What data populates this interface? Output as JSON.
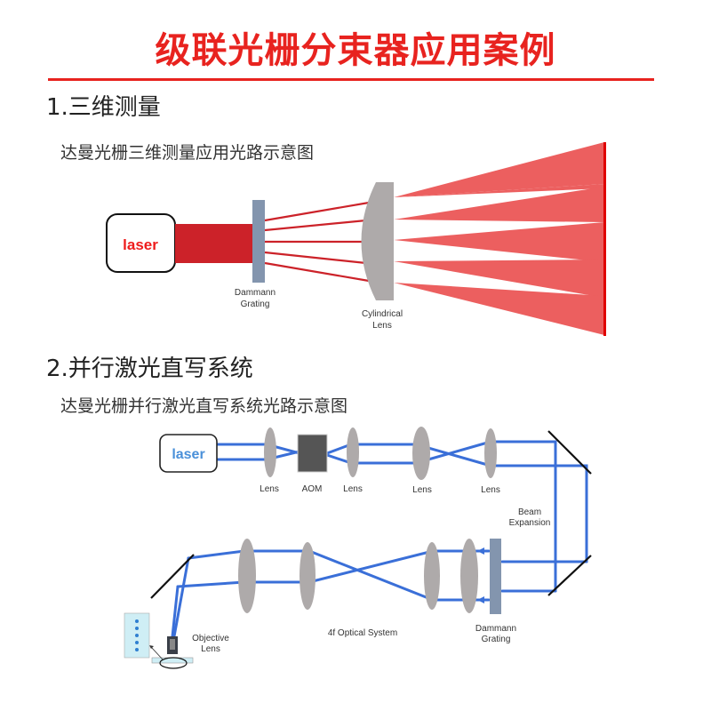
{
  "page": {
    "title": "级联光栅分束器应用案例"
  },
  "section1": {
    "heading": "1.三维测量",
    "caption": "达曼光栅三维测量应用光路示意图",
    "diagram": {
      "laser_label": "laser",
      "grating_label_line1": "Dammann",
      "grating_label_line2": "Grating",
      "lens_label_line1": "Cylindrical",
      "lens_label_line2": "Lens",
      "beam_count": 5,
      "colors": {
        "laser_text": "#ee1c1c",
        "beam": "#cc2229",
        "fan": "#ec5f5f",
        "screen": "#e00000",
        "grating": "#8395ae",
        "lens": "#aeaaaa"
      }
    }
  },
  "section2": {
    "heading": "2.并行激光直写系统",
    "caption": "达曼光栅并行激光直写系统光路示意图",
    "diagram": {
      "laser_label": "laser",
      "top_components": [
        "Lens",
        "AOM",
        "Lens",
        "Lens",
        "Lens"
      ],
      "beam_expansion_line1": "Beam",
      "beam_expansion_line2": "Expansion",
      "optical_system_label": "4f Optical System",
      "grating_label_line1": "Dammann",
      "grating_label_line2": "Grating",
      "objective_label_line1": "Objective",
      "objective_label_line2": "Lens",
      "spot_count": 5,
      "colors": {
        "laser_text": "#4a90d9",
        "beam": "#3a6fd8",
        "lens": "#aeaaaa",
        "aom": "#555555",
        "grating": "#8395ae",
        "mirror": "#111111",
        "sample": "#cfeef5",
        "spot": "#2f7fd0"
      }
    }
  }
}
